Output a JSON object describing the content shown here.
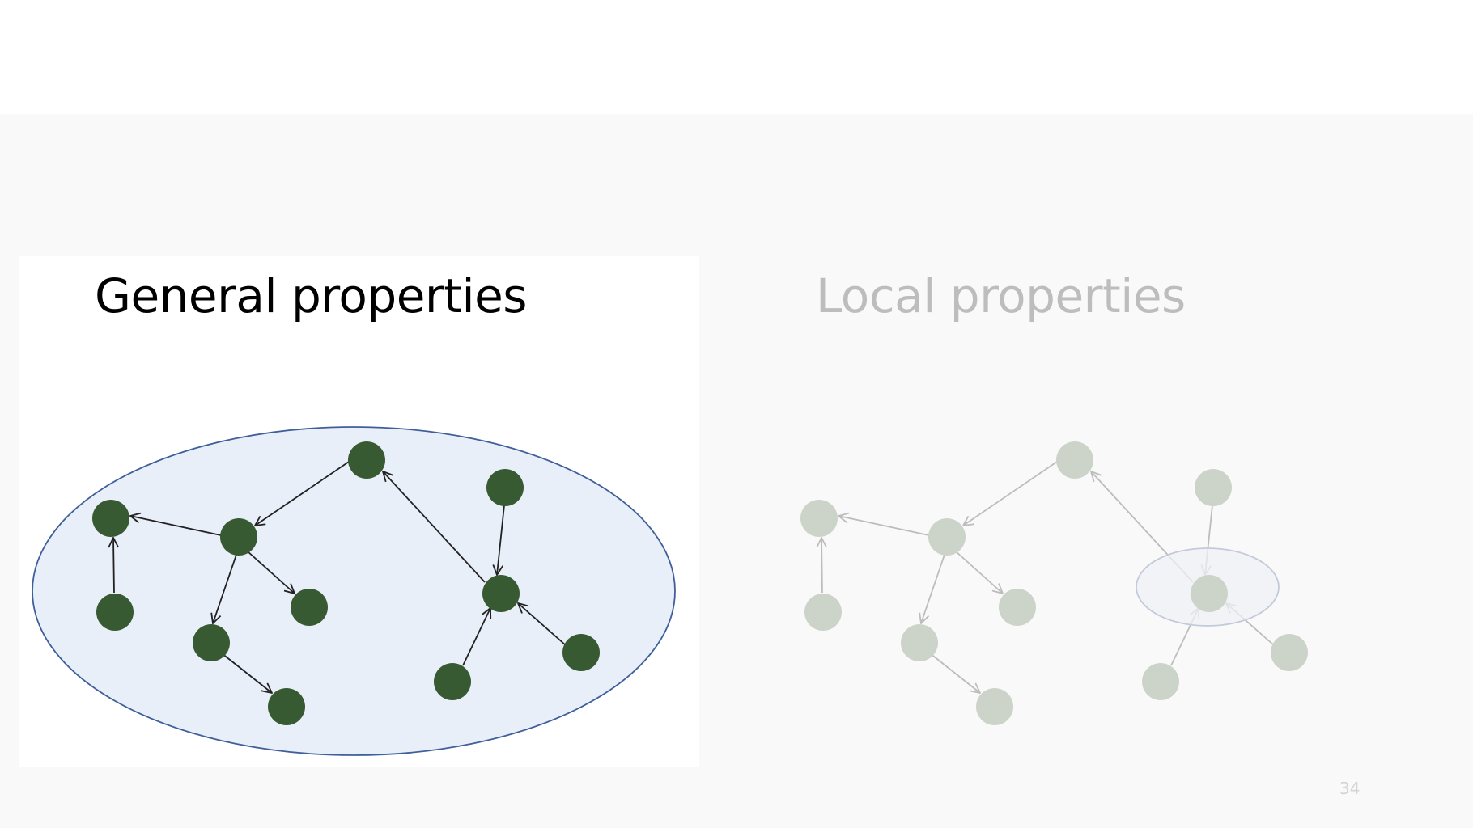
{
  "slide": {
    "general_title": "General properties",
    "local_title": "Local properties",
    "page_number": "34"
  },
  "colors": {
    "node_active": "#385a33",
    "node_faded": "#ccd4c9",
    "edge_active": "#222222",
    "edge_faded": "#bdbdbd",
    "ellipse_fill": "#e9eff9",
    "ellipse_stroke": "#3f5f9a",
    "ellipse_faded_fill": "#eef0f5",
    "ellipse_faded_stroke": "#c3cadb",
    "title_faded": "#bdbdbd",
    "page_number": "#d5d5d5"
  }
}
